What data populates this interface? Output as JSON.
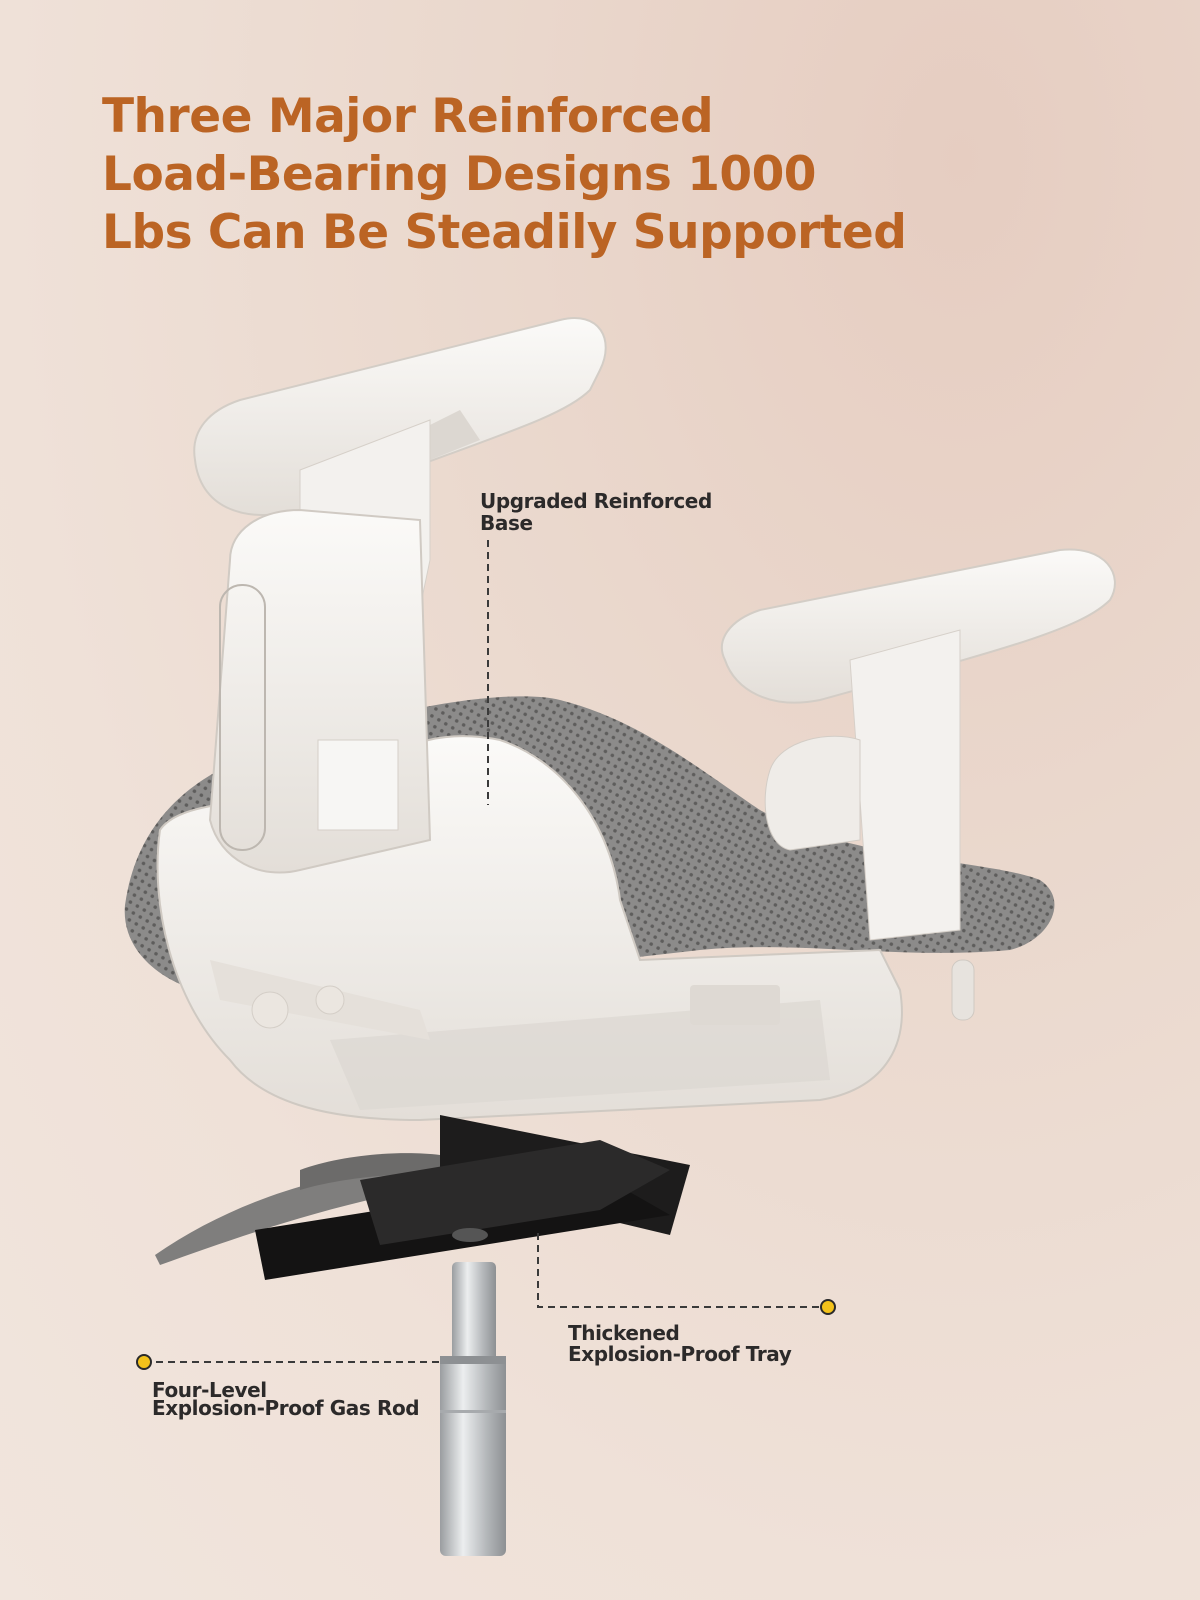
{
  "colors": {
    "headline": "#bb6424",
    "callout_text": "#2c2a2a",
    "leader_line": "#3a3a3a",
    "dot_fill": "#f3c21b",
    "chair_white": "#f4f2ef",
    "chair_shadow": "#dcd7d1",
    "mesh_grey": "#8c8b8a",
    "tray_black": "#1d1c1c",
    "rod_silver": "#bfc2c4"
  },
  "headline": {
    "line1": "Three Major Reinforced",
    "line2": "Load-Bearing Designs 1000",
    "line3": "Lbs Can Be Steadily Supported"
  },
  "callouts": {
    "base": {
      "line1": "Upgraded Reinforced",
      "line2": "Base"
    },
    "tray": {
      "line1": "Thickened",
      "line2": "Explosion-Proof Tray"
    },
    "gas_rod": {
      "line1": "Four-Level",
      "line2": "Explosion-Proof Gas Rod"
    }
  }
}
